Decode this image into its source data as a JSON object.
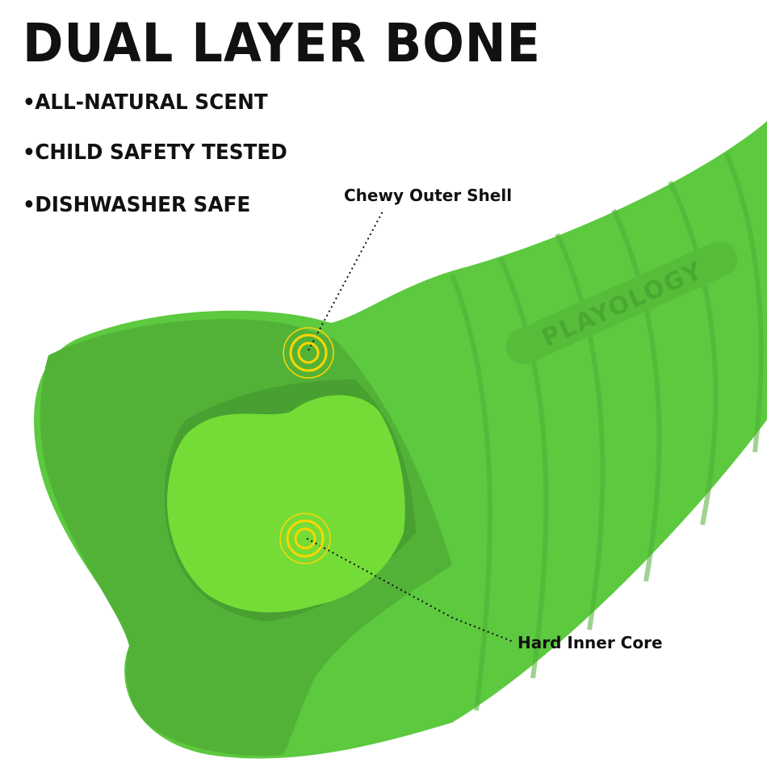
{
  "title": "DUAL LAYER BONE",
  "features": [
    "ALL-NATURAL SCENT",
    "CHILD SAFETY TESTED",
    "DISHWASHER SAFE"
  ],
  "callouts": {
    "outer": "Chewy Outer Shell",
    "inner": "Hard Inner Core"
  },
  "brand_logo": "PLAYOLOGY®",
  "colors": {
    "shell": "#5cc93f",
    "cut_face": "#52b238",
    "core": "#74dc37",
    "target_rings": "#ffd500"
  },
  "icons": {
    "marker": "concentric-target-icon",
    "bullet": "bullet-dot-icon"
  }
}
